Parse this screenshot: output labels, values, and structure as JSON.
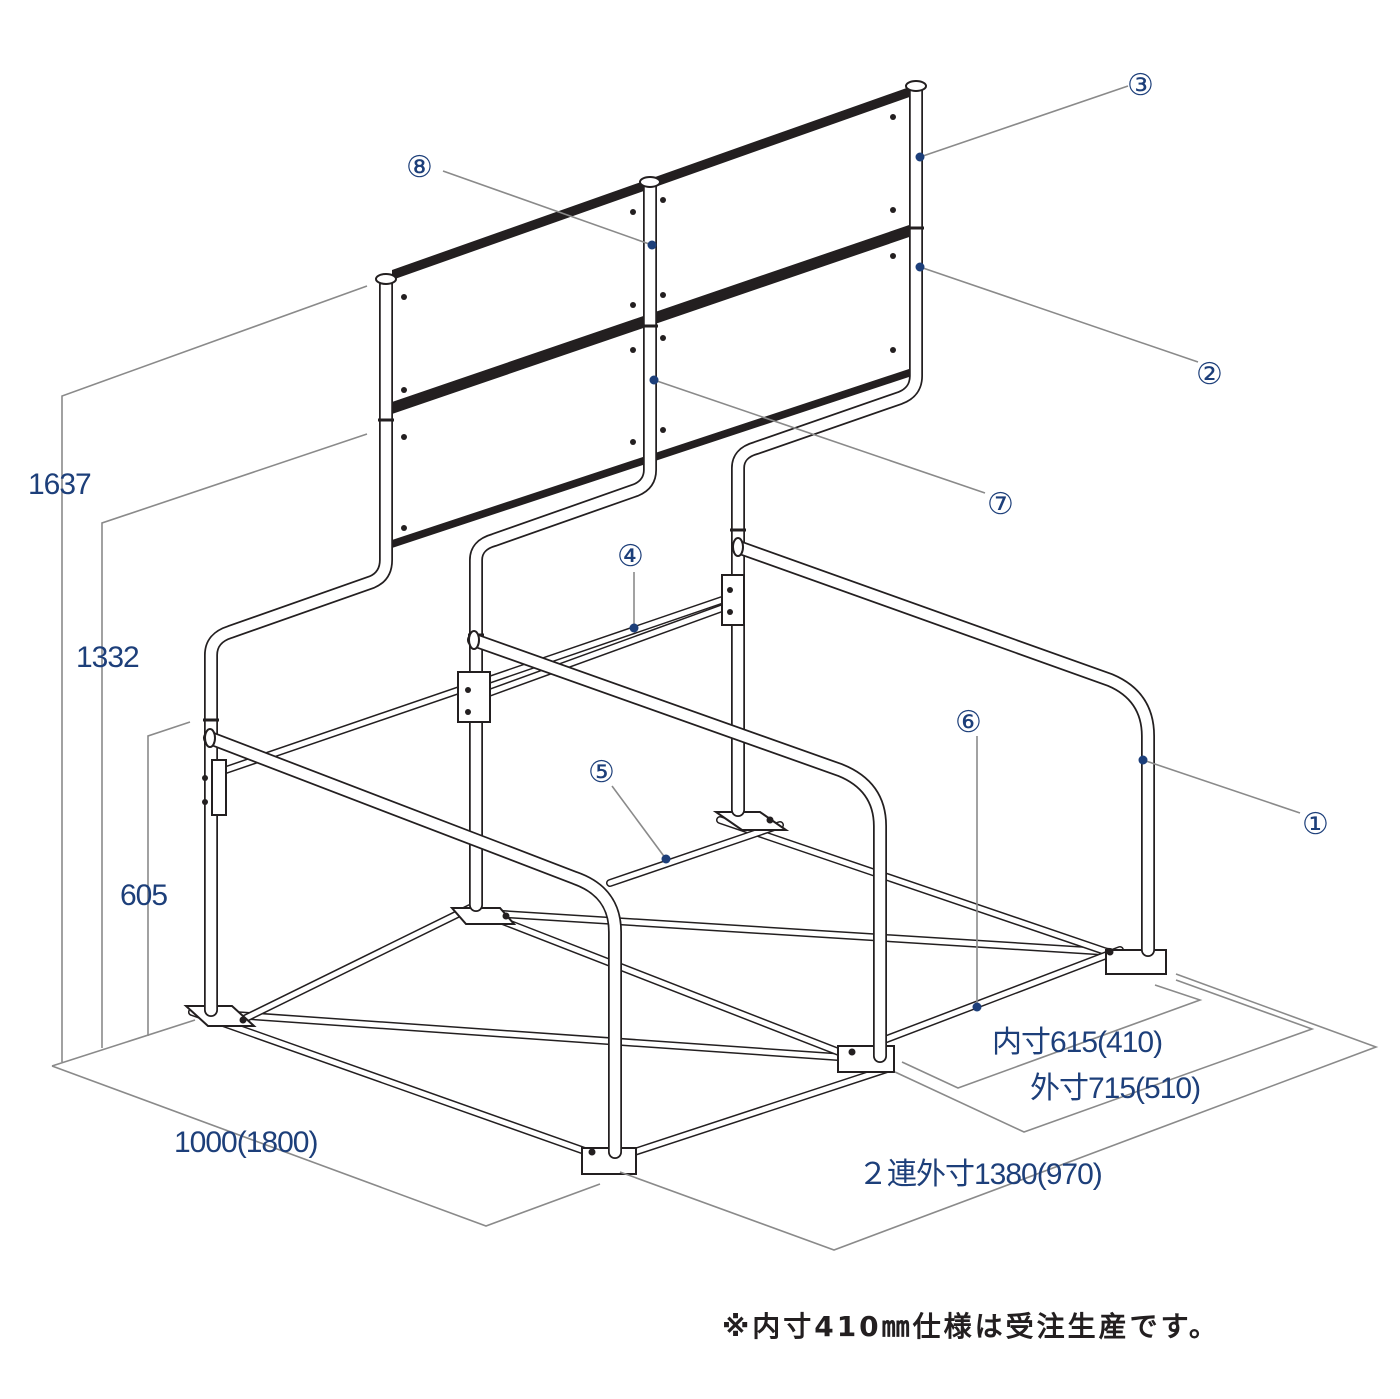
{
  "callouts": {
    "c1": "①",
    "c2": "②",
    "c3": "③",
    "c4": "④",
    "c5": "⑤",
    "c6": "⑥",
    "c7": "⑦",
    "c8": "⑧"
  },
  "dimensions": {
    "h1637": "1637",
    "h1332": "1332",
    "h605": "605",
    "length": "1000(1800)",
    "inner_width": "内寸615(410)",
    "outer_width": "外寸715(510)",
    "double_outer": "２連外寸1380(970)"
  },
  "note": "※内寸410㎜仕様は受注生産です。",
  "colors": {
    "accent": "#1d3f7a",
    "line": "#231f20",
    "leader": "#8a8a8a"
  }
}
